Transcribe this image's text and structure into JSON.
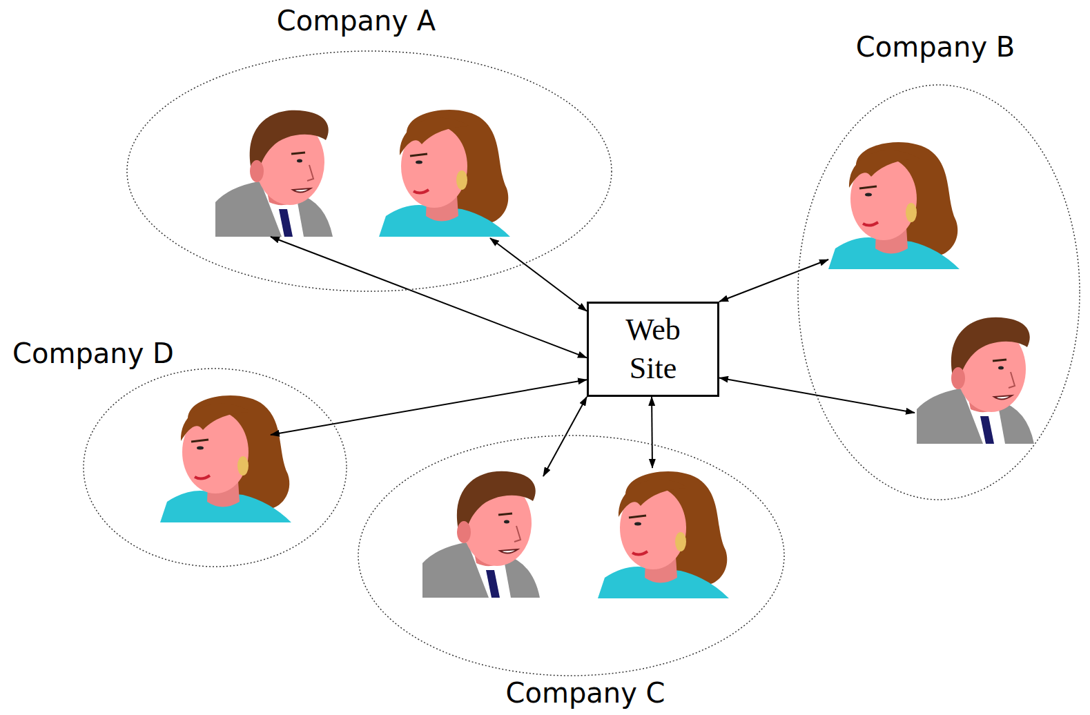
{
  "diagram": {
    "nodes": [
      {
        "text": [
          "Company A"
        ]
      },
      {
        "text": [
          "Company B"
        ]
      },
      {
        "text": [
          "Web Site"
        ]
      },
      {
        "text": [
          "Company D"
        ]
      },
      {
        "text": [
          "Company C"
        ]
      }
    ],
    "edges": [
      {
        "from": 2,
        "to": 0,
        "arrow": "both"
      },
      {
        "from": 2,
        "to": 0,
        "arrow": "both"
      },
      {
        "from": 2,
        "to": 1,
        "arrow": "both"
      },
      {
        "from": 2,
        "to": 1,
        "arrow": "both"
      },
      {
        "from": 2,
        "to": 3,
        "arrow": "both"
      },
      {
        "from": 2,
        "to": 4,
        "arrow": "both"
      },
      {
        "from": 2,
        "to": 4,
        "arrow": "both"
      }
    ]
  }
}
